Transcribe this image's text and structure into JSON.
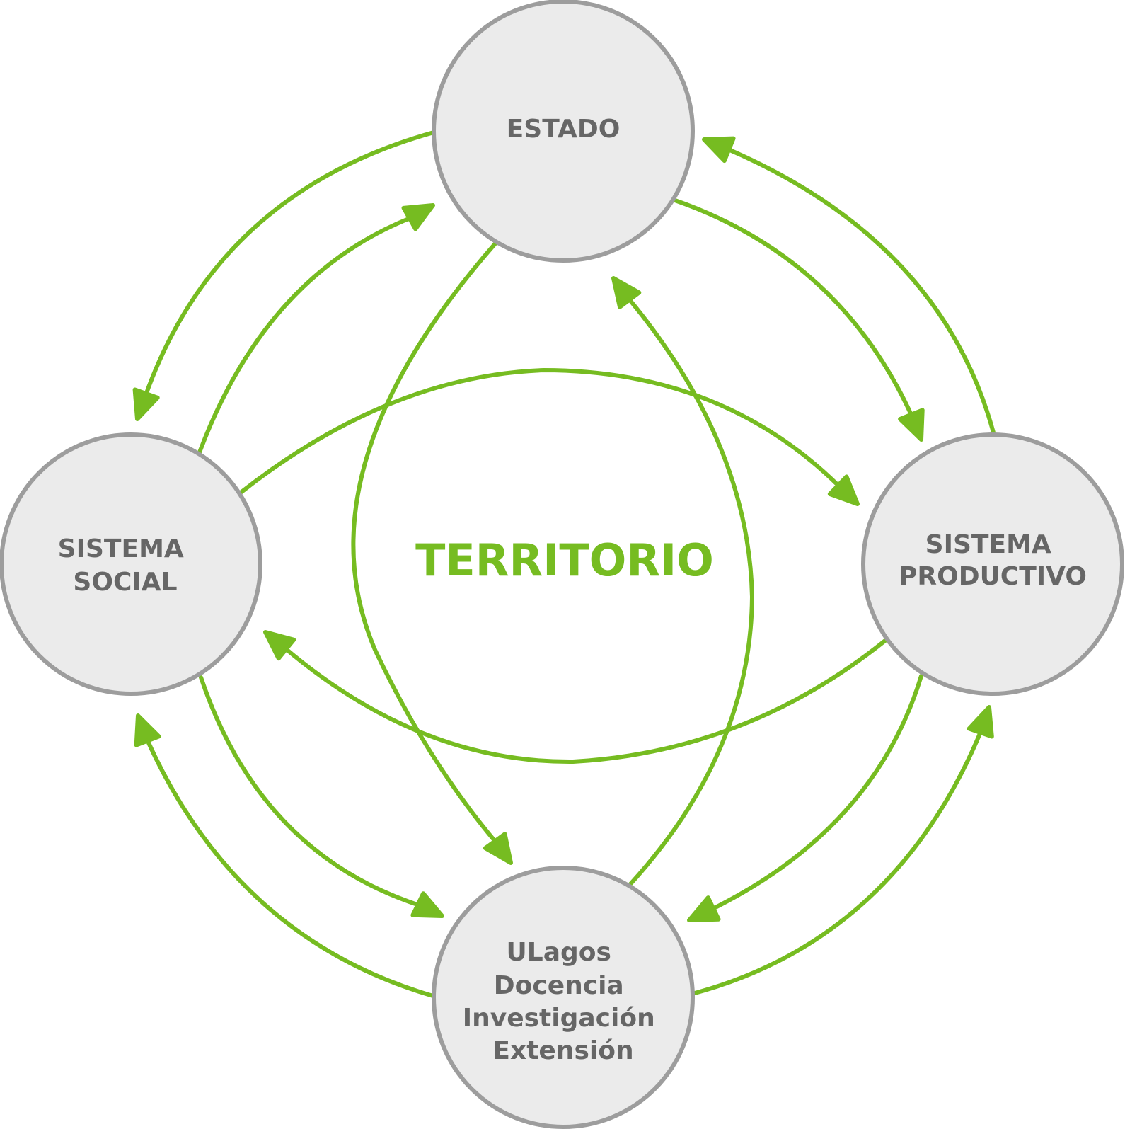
{
  "colors": {
    "arrow": "#76bc21",
    "node_fill": "#ebebeb",
    "node_stroke": "#9d9d9d",
    "node_text": "#666666",
    "center_text": "#76bc21"
  },
  "center": {
    "label": "TERRITORIO"
  },
  "nodes": {
    "estado": {
      "lines": [
        "ESTADO"
      ]
    },
    "social": {
      "lines": [
        "SISTEMA",
        "SOCIAL"
      ]
    },
    "productivo": {
      "lines": [
        "SISTEMA",
        "PRODUCTIVO"
      ]
    },
    "ulagos": {
      "lines": [
        "ULagos",
        "Docencia",
        "Investigación",
        "Extensión"
      ]
    }
  },
  "relations": [
    {
      "from": "estado",
      "to": "social"
    },
    {
      "from": "social",
      "to": "estado"
    },
    {
      "from": "estado",
      "to": "productivo"
    },
    {
      "from": "productivo",
      "to": "estado"
    },
    {
      "from": "social",
      "to": "ulagos"
    },
    {
      "from": "ulagos",
      "to": "social"
    },
    {
      "from": "productivo",
      "to": "ulagos"
    },
    {
      "from": "ulagos",
      "to": "productivo"
    },
    {
      "from": "estado",
      "to": "ulagos"
    },
    {
      "from": "ulagos",
      "to": "estado"
    },
    {
      "from": "social",
      "to": "productivo"
    },
    {
      "from": "productivo",
      "to": "social"
    }
  ]
}
